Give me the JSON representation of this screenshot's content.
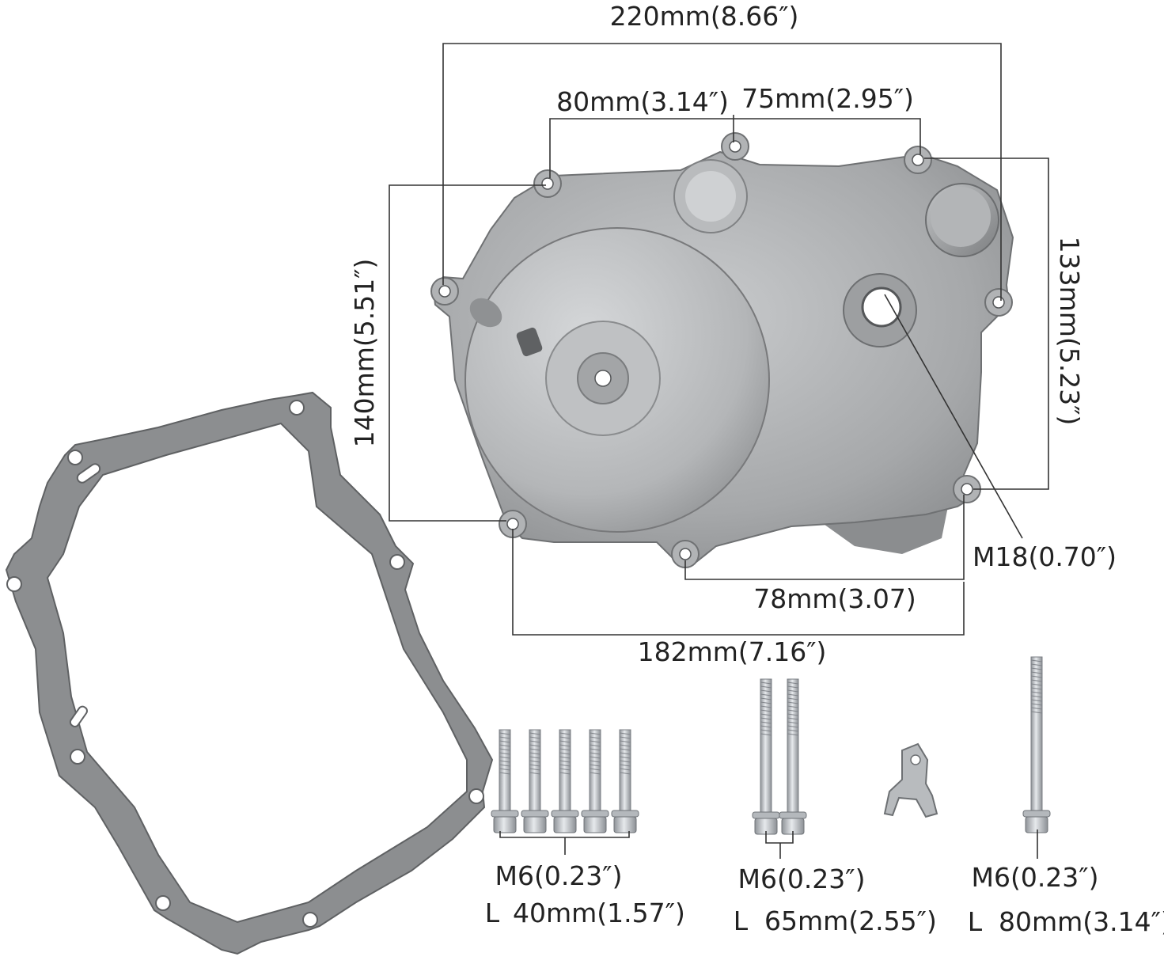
{
  "dimensions": {
    "overall_width": "220mm(8.66″)",
    "top_left_span": "80mm(3.14″)",
    "top_right_span": "75mm(2.95″)",
    "left_height": "140mm(5.51″)",
    "right_height": "133mm(5.23″)",
    "oil_port_thread": "M18(0.70″)",
    "bottom_span": "78mm(3.07)",
    "bottom_width": "182mm(7.16″)"
  },
  "bolt_groups": [
    {
      "count": 5,
      "thread": "M6(0.23″)",
      "length_prefix": "L",
      "length": "40mm(1.57″)"
    },
    {
      "count": 2,
      "thread": "M6(0.23″)",
      "length_prefix": "L",
      "length": "65mm(2.55″)"
    },
    {
      "count": 1,
      "thread": "M6(0.23″)",
      "length_prefix": "L",
      "length": "80mm(3.14″)"
    }
  ],
  "colors": {
    "cover_metal": "#a9abad",
    "gasket": "#8c8e90",
    "bolt_zinc": "#c3c7cb",
    "dimension_line": "#333333"
  }
}
